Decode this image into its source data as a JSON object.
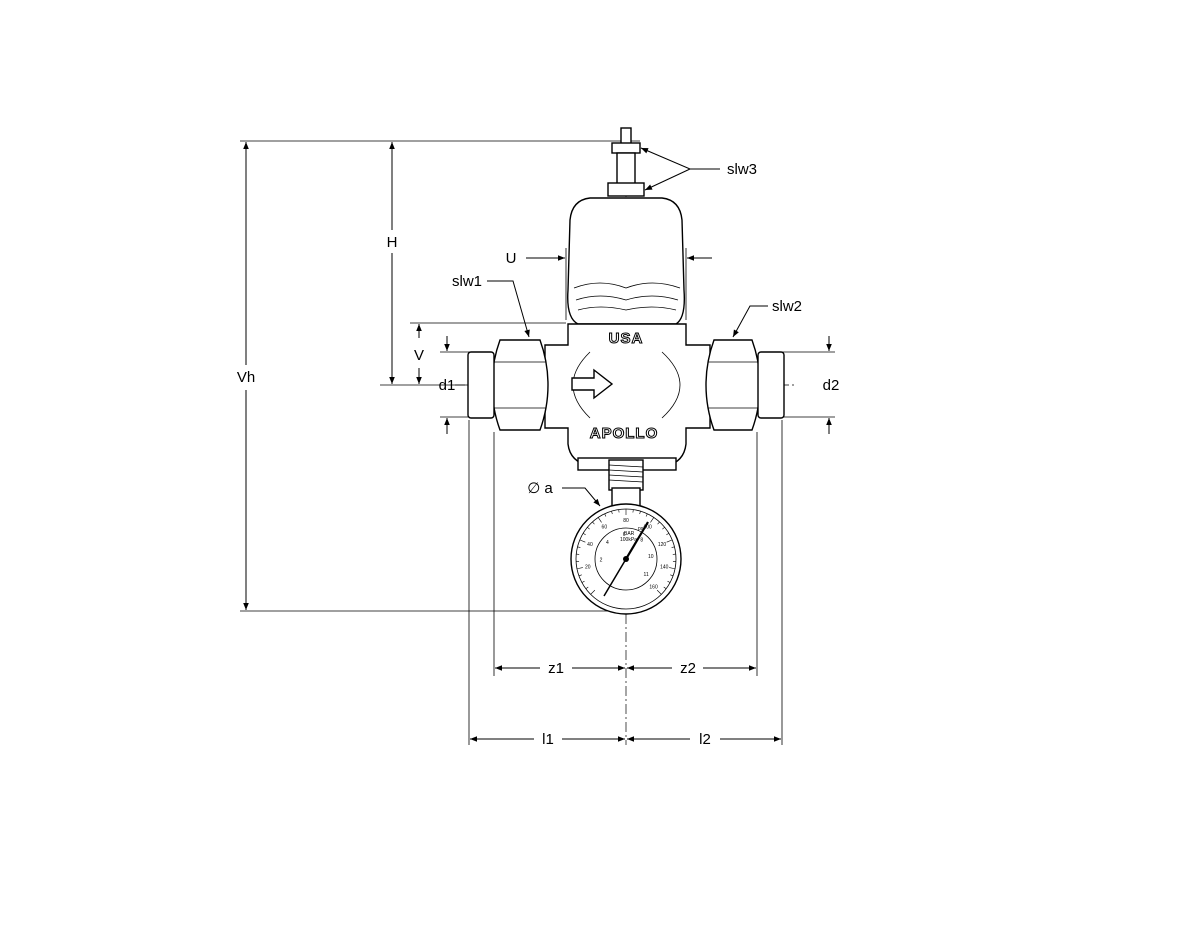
{
  "labels": {
    "H": "H",
    "Vh": "Vh",
    "U": "U",
    "V": "V",
    "d1": "d1",
    "d2": "d2",
    "slw1": "slw1",
    "slw2": "slw2",
    "slw3": "slw3",
    "phi_a": "∅ a",
    "z1": "z1",
    "z2": "z2",
    "l1": "l1",
    "l2": "l2"
  },
  "body_markings": {
    "top": "USA",
    "bottom": "APOLLO"
  },
  "gauge": {
    "units_psi": "psi",
    "units_bar": "BAR",
    "units_kpa": "100kPa",
    "psi_ticks": [
      "20",
      "40",
      "60",
      "80",
      "100",
      "120",
      "140",
      "160"
    ],
    "bar_ticks": [
      "2",
      "4",
      "6",
      "8",
      "10",
      "11"
    ]
  },
  "colors": {
    "line": "#000000",
    "background": "#ffffff"
  }
}
